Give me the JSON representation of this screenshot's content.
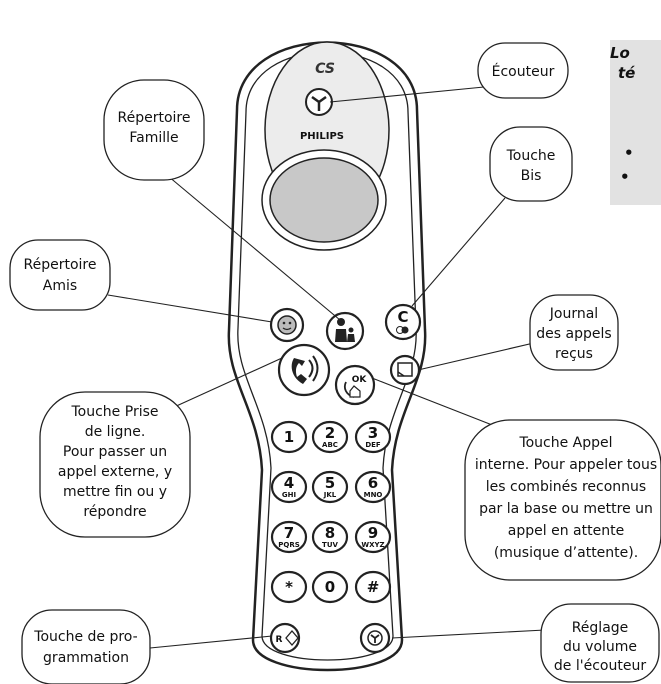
{
  "phone": {
    "brand": "PHILIPS",
    "model_logo": "CS"
  },
  "callouts": {
    "ecouteur": "Écouteur",
    "repertoire_famille": [
      "Répertoire",
      "Famille"
    ],
    "touche_bis": [
      "Touche",
      "Bis"
    ],
    "repertoire_amis": [
      "Répertoire",
      "Amis"
    ],
    "journal": [
      "Journal",
      "des appels",
      "reçus"
    ],
    "prise_ligne": [
      "Touche Prise",
      "de ligne.",
      "Pour passer un",
      "appel externe, y",
      "mettre fin ou y",
      "répondre"
    ],
    "appel_interne": [
      "Touche Appel",
      "interne. Pour appeler tous",
      "les combinés reconnus",
      "par la base ou mettre un",
      "appel en attente",
      "(musique d’attente)."
    ],
    "programmation": [
      "Touche de pro-",
      "grammation"
    ],
    "volume": [
      "Réglage",
      "du volume",
      "de l'écouteur"
    ]
  },
  "keys": {
    "c_key": "C",
    "ok_key": "OK",
    "r_key": "R",
    "keypad": [
      {
        "num": "1",
        "sub": ""
      },
      {
        "num": "2",
        "sub": "ABC"
      },
      {
        "num": "3",
        "sub": "DEF"
      },
      {
        "num": "4",
        "sub": "GHI"
      },
      {
        "num": "5",
        "sub": "JKL"
      },
      {
        "num": "6",
        "sub": "MNO"
      },
      {
        "num": "7",
        "sub": "PQRS"
      },
      {
        "num": "8",
        "sub": "TUV"
      },
      {
        "num": "9",
        "sub": "WXYZ"
      },
      {
        "num": "*",
        "sub": ""
      },
      {
        "num": "0",
        "sub": ""
      },
      {
        "num": "#",
        "sub": ""
      }
    ]
  },
  "side_panel": {
    "fragment_1": "Lo",
    "fragment_2": "té",
    "bullet": "•"
  }
}
